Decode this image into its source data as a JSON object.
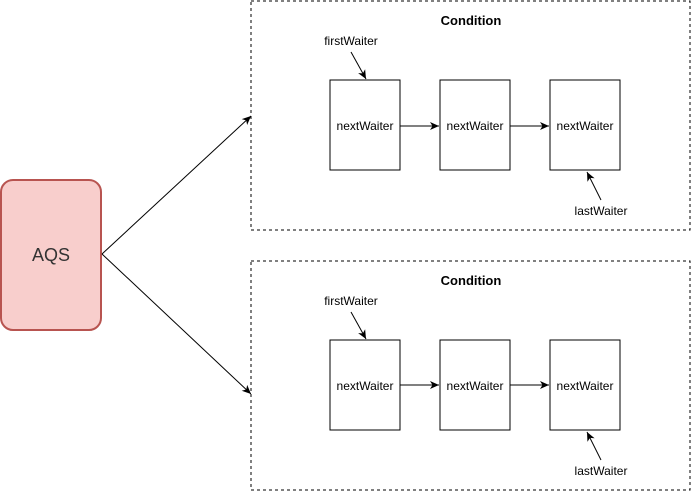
{
  "aqs": {
    "label": "AQS"
  },
  "conditions": [
    {
      "title": "Condition",
      "first_label": "firstWaiter",
      "last_label": "lastWaiter",
      "nodes": [
        "nextWaiter",
        "nextWaiter",
        "nextWaiter"
      ]
    },
    {
      "title": "Condition",
      "first_label": "firstWaiter",
      "last_label": "lastWaiter",
      "nodes": [
        "nextWaiter",
        "nextWaiter",
        "nextWaiter"
      ]
    }
  ]
}
